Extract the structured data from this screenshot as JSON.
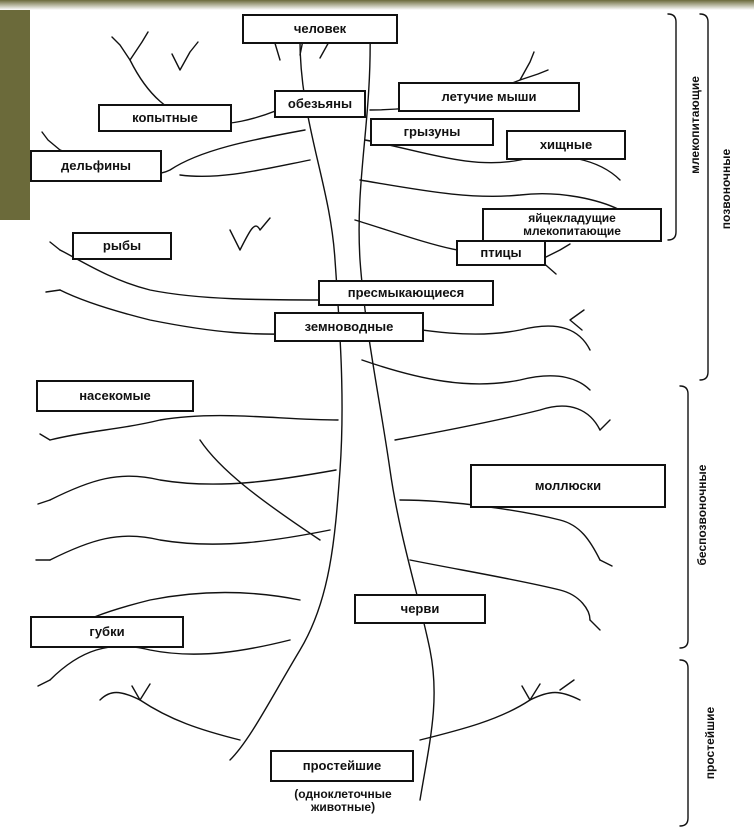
{
  "labels": {
    "human": "человек",
    "monkeys": "обезьяны",
    "bats": "летучие мыши",
    "ungulates": "копытные",
    "rodents": "грызуны",
    "carnivores": "хищные",
    "dolphins": "дельфины",
    "monotremes_1": "яйцекладущие",
    "monotremes_2": "млекопитающие",
    "fish": "рыбы",
    "birds": "птицы",
    "reptiles": "пресмыкающиеся",
    "amphibians": "земноводные",
    "insects": "насекомые",
    "mollusks": "моллюски",
    "worms": "черви",
    "sponges": "губки",
    "protozoa": "простейшие",
    "protozoa_note_1": "(одноклеточные",
    "protozoa_note_2": "животные)"
  },
  "brackets": {
    "mammals": "млекопитающие",
    "vertebrates": "позвоночные",
    "invertebrates": "беспозвоночные",
    "protozoa": "простейшие"
  },
  "colors": {
    "corner_tint": "#6b6a3a",
    "ink": "#111111",
    "paper": "#ffffff"
  }
}
